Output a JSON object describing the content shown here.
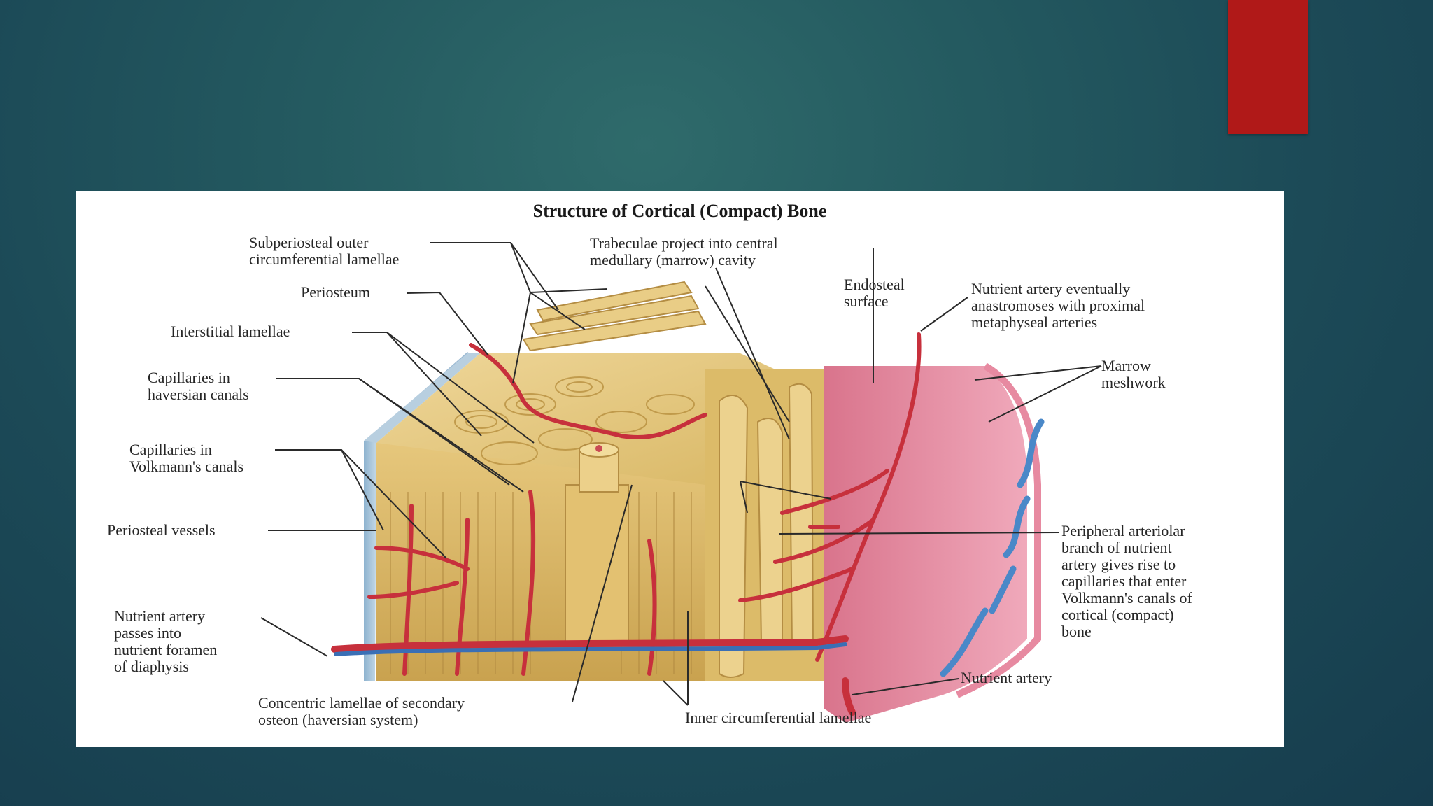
{
  "slide": {
    "accent_color": "#b01918",
    "background_color": "#1f4f5a"
  },
  "figure": {
    "title": "Structure of Cortical (Compact) Bone",
    "labels": {
      "subperiosteal": "Subperiosteal outer\ncircumferential lamellae",
      "trabeculae": "Trabeculae project into central\nmedullary (marrow) cavity",
      "periosteum": "Periosteum",
      "endosteal": "Endosteal\nsurface",
      "nutrient_anastomoses": "Nutrient artery eventually\nanastromoses with proximal\nmetaphyseal arteries",
      "interstitial": "Interstitial lamellae",
      "marrow": "Marrow\nmeshwork",
      "cap_haversian": "Capillaries in\nhaversian canals",
      "cap_volkmann": "Capillaries in\nVolkmann's canals",
      "periosteal_vessels": "Periosteal vessels",
      "peripheral_arteriolar": "Peripheral arteriolar\nbranch of nutrient\nartery gives rise to\ncapillaries that enter\nVolkmann's canals of\ncortical (compact)\nbone",
      "nutrient_foramen": "Nutrient artery\npasses into\nnutrient foramen\nof diaphysis",
      "nutrient_artery": "Nutrient artery",
      "concentric": "Concentric lamellae of secondary\nosteon (haversian system)",
      "inner_circ": "Inner circumferential lamellae"
    }
  }
}
